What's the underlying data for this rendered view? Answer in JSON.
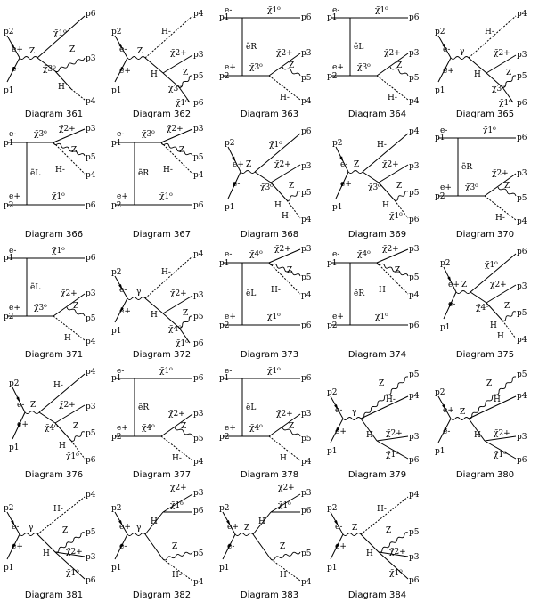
{
  "diagrams": [
    {
      "caption": "Diagram 361",
      "topology": "s_right_Z",
      "labels": {
        "p_top": "p2",
        "p_bot": "p1",
        "e_top": "e+",
        "e_bot": "e-",
        "prop": "Z",
        "o1": "p6",
        "o1n": "χ̃1⁰",
        "o2": "χ̃3⁰",
        "o2a": "Z",
        "o2ap": "p3",
        "o2b": "H",
        "o2bp": "p4"
      }
    },
    {
      "caption": "Diagram 362",
      "topology": "s_right_Z_hminus",
      "labels": {
        "p_top": "p2",
        "p_bot": "p1",
        "e_top": "e-",
        "e_bot": "e+",
        "prop": "Z",
        "o1": "p4",
        "o1n": "H-",
        "o2": "χ̃3⁰",
        "o2a": "χ̃2+",
        "o2ap": "p3",
        "o2b": "Z",
        "o2bp": "p5",
        "o3": "χ̃1⁰",
        "o3p": "p6",
        "h": "H"
      }
    },
    {
      "caption": "Diagram 363",
      "topology": "t_channel",
      "labels": {
        "in_top": "e-",
        "in_bot": "e+",
        "p_top": "p1",
        "p_bot": "p2",
        "t1": "ẽR",
        "t2": "χ̃3⁰",
        "o1n": "χ̃1⁰",
        "o1": "p6",
        "o2n": "χ̃2+",
        "o2": "p3",
        "o3n": "Z",
        "o3": "p5",
        "o4n": "H-",
        "o4": "p4"
      }
    },
    {
      "caption": "Diagram 364",
      "topology": "t_channel",
      "labels": {
        "in_top": "e-",
        "in_bot": "e+",
        "p_top": "p1",
        "p_bot": "p2",
        "t1": "ẽL",
        "t2": "χ̃3⁰",
        "o1n": "χ̃1⁰",
        "o1": "p6",
        "o2n": "χ̃2+",
        "o2": "p3",
        "o3n": "Z",
        "o3": "p5",
        "o4n": "H-",
        "o4": "p4"
      }
    },
    {
      "caption": "Diagram 365",
      "topology": "s_right_gamma",
      "labels": {
        "p_top": "p2",
        "p_bot": "p1",
        "e_top": "e-",
        "e_bot": "e+",
        "prop": "γ",
        "o1n": "H-",
        "o1": "p4",
        "o2n": "χ̃2+",
        "o2": "p3",
        "o3n": "Z",
        "o3": "p5",
        "o4n": "χ̃3⁰",
        "o5n": "χ̃1⁰",
        "o5": "p6",
        "h": "H"
      }
    },
    {
      "caption": "Diagram 366",
      "topology": "t_rev",
      "labels": {
        "in_top": "e-",
        "in_bot": "e+",
        "p_top": "p1",
        "p_bot": "p2",
        "t1": "ẽL",
        "t2": "χ̃1⁰",
        "o1n": "χ̃3⁰",
        "o2n": "χ̃2+",
        "o2": "p3",
        "o3n": "Z",
        "o3": "p5",
        "o4n": "H-",
        "o4": "p4",
        "o5": "p6"
      }
    },
    {
      "caption": "Diagram 367",
      "topology": "t_rev",
      "labels": {
        "in_top": "e-",
        "in_bot": "e+",
        "p_top": "p1",
        "p_bot": "p2",
        "t1": "ẽR",
        "t2": "χ̃1⁰",
        "o1n": "χ̃3⁰",
        "o2n": "χ̃2+",
        "o2": "p3",
        "o3n": "Z",
        "o3": "p5",
        "o4n": "H-",
        "o4": "p4",
        "o5": "p6"
      }
    },
    {
      "caption": "Diagram 368",
      "topology": "s_z_mid",
      "labels": {
        "p_top": "p2",
        "p_bot": "p1",
        "e_top": "e+",
        "e_bot": "e-",
        "prop": "Z",
        "o1n": "χ̃1⁰",
        "o1": "p6",
        "o2n": "χ̃2+",
        "o2": "p3",
        "o3n": "χ̃3⁰",
        "o4n": "Z",
        "o4": "p5",
        "o5n": "H-",
        "o5": "p4",
        "h": "H"
      }
    },
    {
      "caption": "Diagram 369",
      "topology": "s_z_mid",
      "labels": {
        "p_top": "p2",
        "p_bot": "p1",
        "e_top": "e-",
        "e_bot": "e+",
        "prop": "Z",
        "o1n": "H-",
        "o1": "p4",
        "o2n": "χ̃2+",
        "o2": "p3",
        "o3n": "χ̃3⁰",
        "o4n": "Z",
        "o4": "p5",
        "o5n": "χ̃1⁰",
        "o5": "p6",
        "h": "H"
      }
    },
    {
      "caption": "Diagram 370",
      "topology": "t_channel",
      "labels": {
        "in_top": "e-",
        "in_bot": "e+",
        "p_top": "p1",
        "p_bot": "p2",
        "t1": "ẽR",
        "t2": "χ̃3⁰",
        "o1n": "χ̃1⁰",
        "o1": "p6",
        "o2n": "χ̃2+",
        "o2": "p3",
        "o3n": "Z",
        "o3": "p5",
        "o4n": "H-",
        "o4": "p4"
      }
    },
    {
      "caption": "Diagram 371",
      "topology": "t_channel",
      "labels": {
        "in_top": "e-",
        "in_bot": "e+",
        "p_top": "p1",
        "p_bot": "p2",
        "t1": "ẽL",
        "t2": "χ̃3⁰",
        "o1n": "χ̃1⁰",
        "o1": "p6",
        "o2n": "χ̃2+",
        "o2": "p3",
        "o3n": "Z",
        "o3": "p5",
        "o4n": "H",
        "o4": "p4"
      }
    },
    {
      "caption": "Diagram 372",
      "topology": "s_right_gamma",
      "labels": {
        "p_top": "p2",
        "p_bot": "p1",
        "e_top": "e-",
        "e_bot": "e+",
        "prop": "γ",
        "o1n": "H-",
        "o1": "p4",
        "o2n": "χ̃2+",
        "o2": "p3",
        "o3n": "Z",
        "o3": "p5",
        "o4n": "χ̃4⁰",
        "o5n": "χ̃1⁰",
        "o5": "p6",
        "h": "H"
      }
    },
    {
      "caption": "Diagram 373",
      "topology": "t_rev",
      "labels": {
        "in_top": "e-",
        "in_bot": "e+",
        "p_top": "p1",
        "p_bot": "p2",
        "t1": "ẽL",
        "t2": "χ̃1⁰",
        "o1n": "χ̃4⁰",
        "o2n": "χ̃2+",
        "o2": "p3",
        "o3n": "Z",
        "o3": "p5",
        "o4n": "H-",
        "o4": "p4",
        "o5": "p6"
      }
    },
    {
      "caption": "Diagram 374",
      "topology": "t_rev",
      "labels": {
        "in_top": "e-",
        "in_bot": "e+",
        "p_top": "p1",
        "p_bot": "p2",
        "t1": "ẽR",
        "t2": "χ̃1⁰",
        "o1n": "χ̃4⁰",
        "o2n": "χ̃2+",
        "o2": "p3",
        "o3n": "Z",
        "o3": "p5",
        "o4n": "H",
        "o4": "p4",
        "o5": "p6"
      }
    },
    {
      "caption": "Diagram 375",
      "topology": "s_z_mid",
      "labels": {
        "p_top": "p2",
        "p_bot": "p1",
        "e_top": "e+",
        "e_bot": "e-",
        "prop": "Z",
        "o1n": "χ̃1⁰",
        "o1": "p6",
        "o2n": "χ̃2+",
        "o2": "p3",
        "o3n": "χ̃4⁰",
        "o4n": "Z",
        "o4": "p5",
        "o5n": "H",
        "o5": "p4",
        "h": "H"
      }
    },
    {
      "caption": "Diagram 376",
      "topology": "s_z_mid",
      "labels": {
        "p_top": "p2",
        "p_bot": "p1",
        "e_top": "e-",
        "e_bot": "e+",
        "prop": "Z",
        "o1n": "H-",
        "o1": "p4",
        "o2n": "χ̃2+",
        "o2": "p3",
        "o3n": "χ̃4⁰",
        "o4n": "Z",
        "o4": "p5",
        "o5n": "χ̃1⁰",
        "o5": "p6",
        "h": "H"
      }
    },
    {
      "caption": "Diagram 377",
      "topology": "t_channel",
      "labels": {
        "in_top": "e-",
        "in_bot": "e+",
        "p_top": "p1",
        "p_bot": "p2",
        "t1": "ẽR",
        "t2": "χ̃4⁰",
        "o1n": "χ̃1⁰",
        "o1": "p6",
        "o2n": "χ̃2+",
        "o2": "p3",
        "o3n": "Z",
        "o3": "p5",
        "o4n": "H-",
        "o4": "p4"
      }
    },
    {
      "caption": "Diagram 378",
      "topology": "t_channel",
      "labels": {
        "in_top": "e-",
        "in_bot": "e+",
        "p_top": "p1",
        "p_bot": "p2",
        "t1": "ẽL",
        "t2": "χ̃4⁰",
        "o1n": "χ̃1⁰",
        "o1": "p6",
        "o2n": "χ̃2+",
        "o2": "p3",
        "o3n": "Z",
        "o3": "p5",
        "o4n": "H",
        "o4": "p4"
      }
    },
    {
      "caption": "Diagram 379",
      "topology": "s_gamma_zwave",
      "labels": {
        "p_top": "p2",
        "p_bot": "p1",
        "e_top": "e-",
        "e_bot": "e+",
        "prop": "γ",
        "o1n": "Z",
        "o1": "p5",
        "o2n": "H-",
        "o2": "p4",
        "o3n": "χ̃2+",
        "o3": "p3",
        "o4n": "χ̃1⁰",
        "o4": "p6",
        "h": "H"
      }
    },
    {
      "caption": "Diagram 380",
      "topology": "s_z_zwave",
      "labels": {
        "p_top": "p2",
        "p_bot": "p1",
        "e_top": "e+",
        "e_bot": "e-",
        "prop": "Z",
        "o1n": "Z",
        "o1": "p5",
        "o2n": "H",
        "o2": "p4",
        "o3n": "χ̃2+",
        "o3": "p3",
        "o4n": "χ̃1⁰",
        "o4": "p6",
        "h": "H"
      }
    },
    {
      "caption": "Diagram 381",
      "topology": "s_gamma_low",
      "labels": {
        "p_top": "p2",
        "p_bot": "p1",
        "e_top": "e-",
        "e_bot": "e+",
        "prop": "γ",
        "o1n": "H-",
        "o1": "p4",
        "o2n": "Z",
        "o2": "p5",
        "o3n": "χ̃2+",
        "o3": "p3",
        "o4n": "χ̃1⁰",
        "o4": "p6",
        "h": "H"
      }
    },
    {
      "caption": "Diagram 382",
      "topology": "s_gamma_split",
      "labels": {
        "p_top": "p2",
        "p_bot": "p1",
        "e_top": "e+",
        "e_bot": "e-",
        "prop": "γ",
        "o1n": "χ̃2+",
        "o1": "p3",
        "o2n": "χ̃1⁰",
        "o2": "p6",
        "o3n": "Z",
        "o3": "p5",
        "o4n": "H-",
        "o4": "p4",
        "h": "H"
      }
    },
    {
      "caption": "Diagram 383",
      "topology": "s_z_split",
      "labels": {
        "p_top": "p2",
        "p_bot": "p1",
        "e_top": "e+",
        "e_bot": "e-",
        "prop": "Z",
        "o1n": "χ̃2+",
        "o1": "p3",
        "o2n": "χ̃1⁰",
        "o2": "p6",
        "o3n": "Z",
        "o3": "p5",
        "o4n": "H",
        "o4": "p4",
        "h": "H"
      }
    },
    {
      "caption": "Diagram 384",
      "topology": "s_z_low",
      "labels": {
        "p_top": "p2",
        "p_bot": "p1",
        "e_top": "e-",
        "e_bot": "e+",
        "prop": "Z",
        "o1n": "H-",
        "o1": "p4",
        "o2n": "Z",
        "o2": "p5",
        "o3n": "χ̃2+",
        "o3": "p3",
        "o4n": "χ̃1⁰",
        "o4": "p6",
        "h": "H"
      }
    }
  ]
}
